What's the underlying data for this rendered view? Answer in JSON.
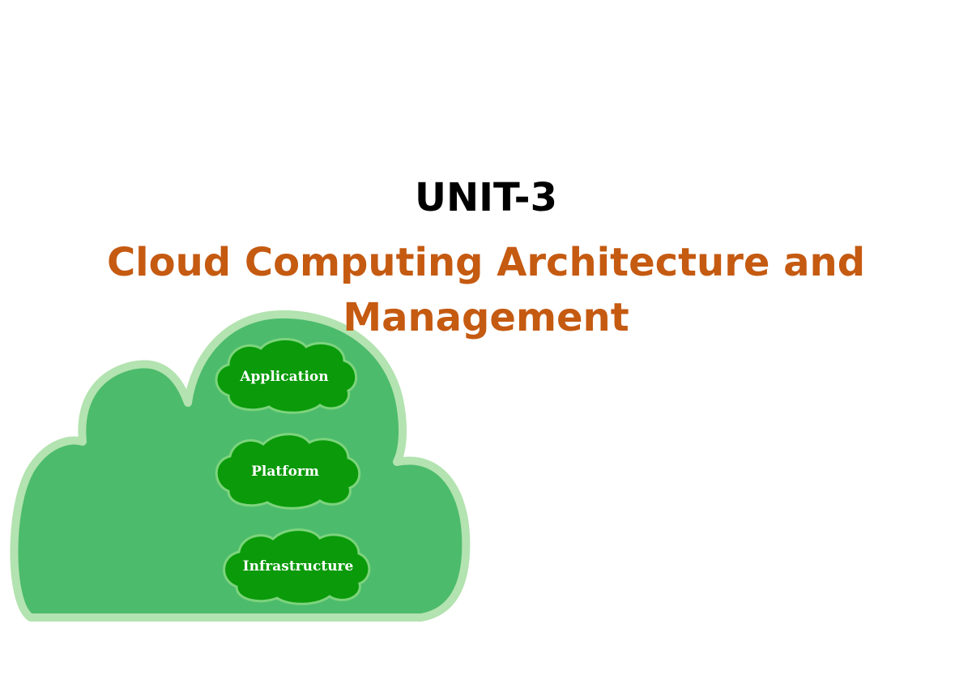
{
  "slide": {
    "unit_label": "UNIT-3",
    "title_line1": "Cloud Computing Architecture and",
    "title_line2": "Management"
  },
  "cloud_diagram": {
    "layers": [
      {
        "label": "Application"
      },
      {
        "label": "Platform"
      },
      {
        "label": "Infrastructure"
      }
    ],
    "colors": {
      "outer_cloud_border": "#b3e3b0",
      "outer_cloud_fill": "#4cbb6c",
      "inner_cloud_border": "#7cd47c",
      "inner_cloud_fill": "#0a9a0a",
      "label_text": "#ffffff"
    }
  },
  "colors": {
    "unit_title": "#000000",
    "main_title": "#c55a11",
    "background": "#ffffff"
  }
}
